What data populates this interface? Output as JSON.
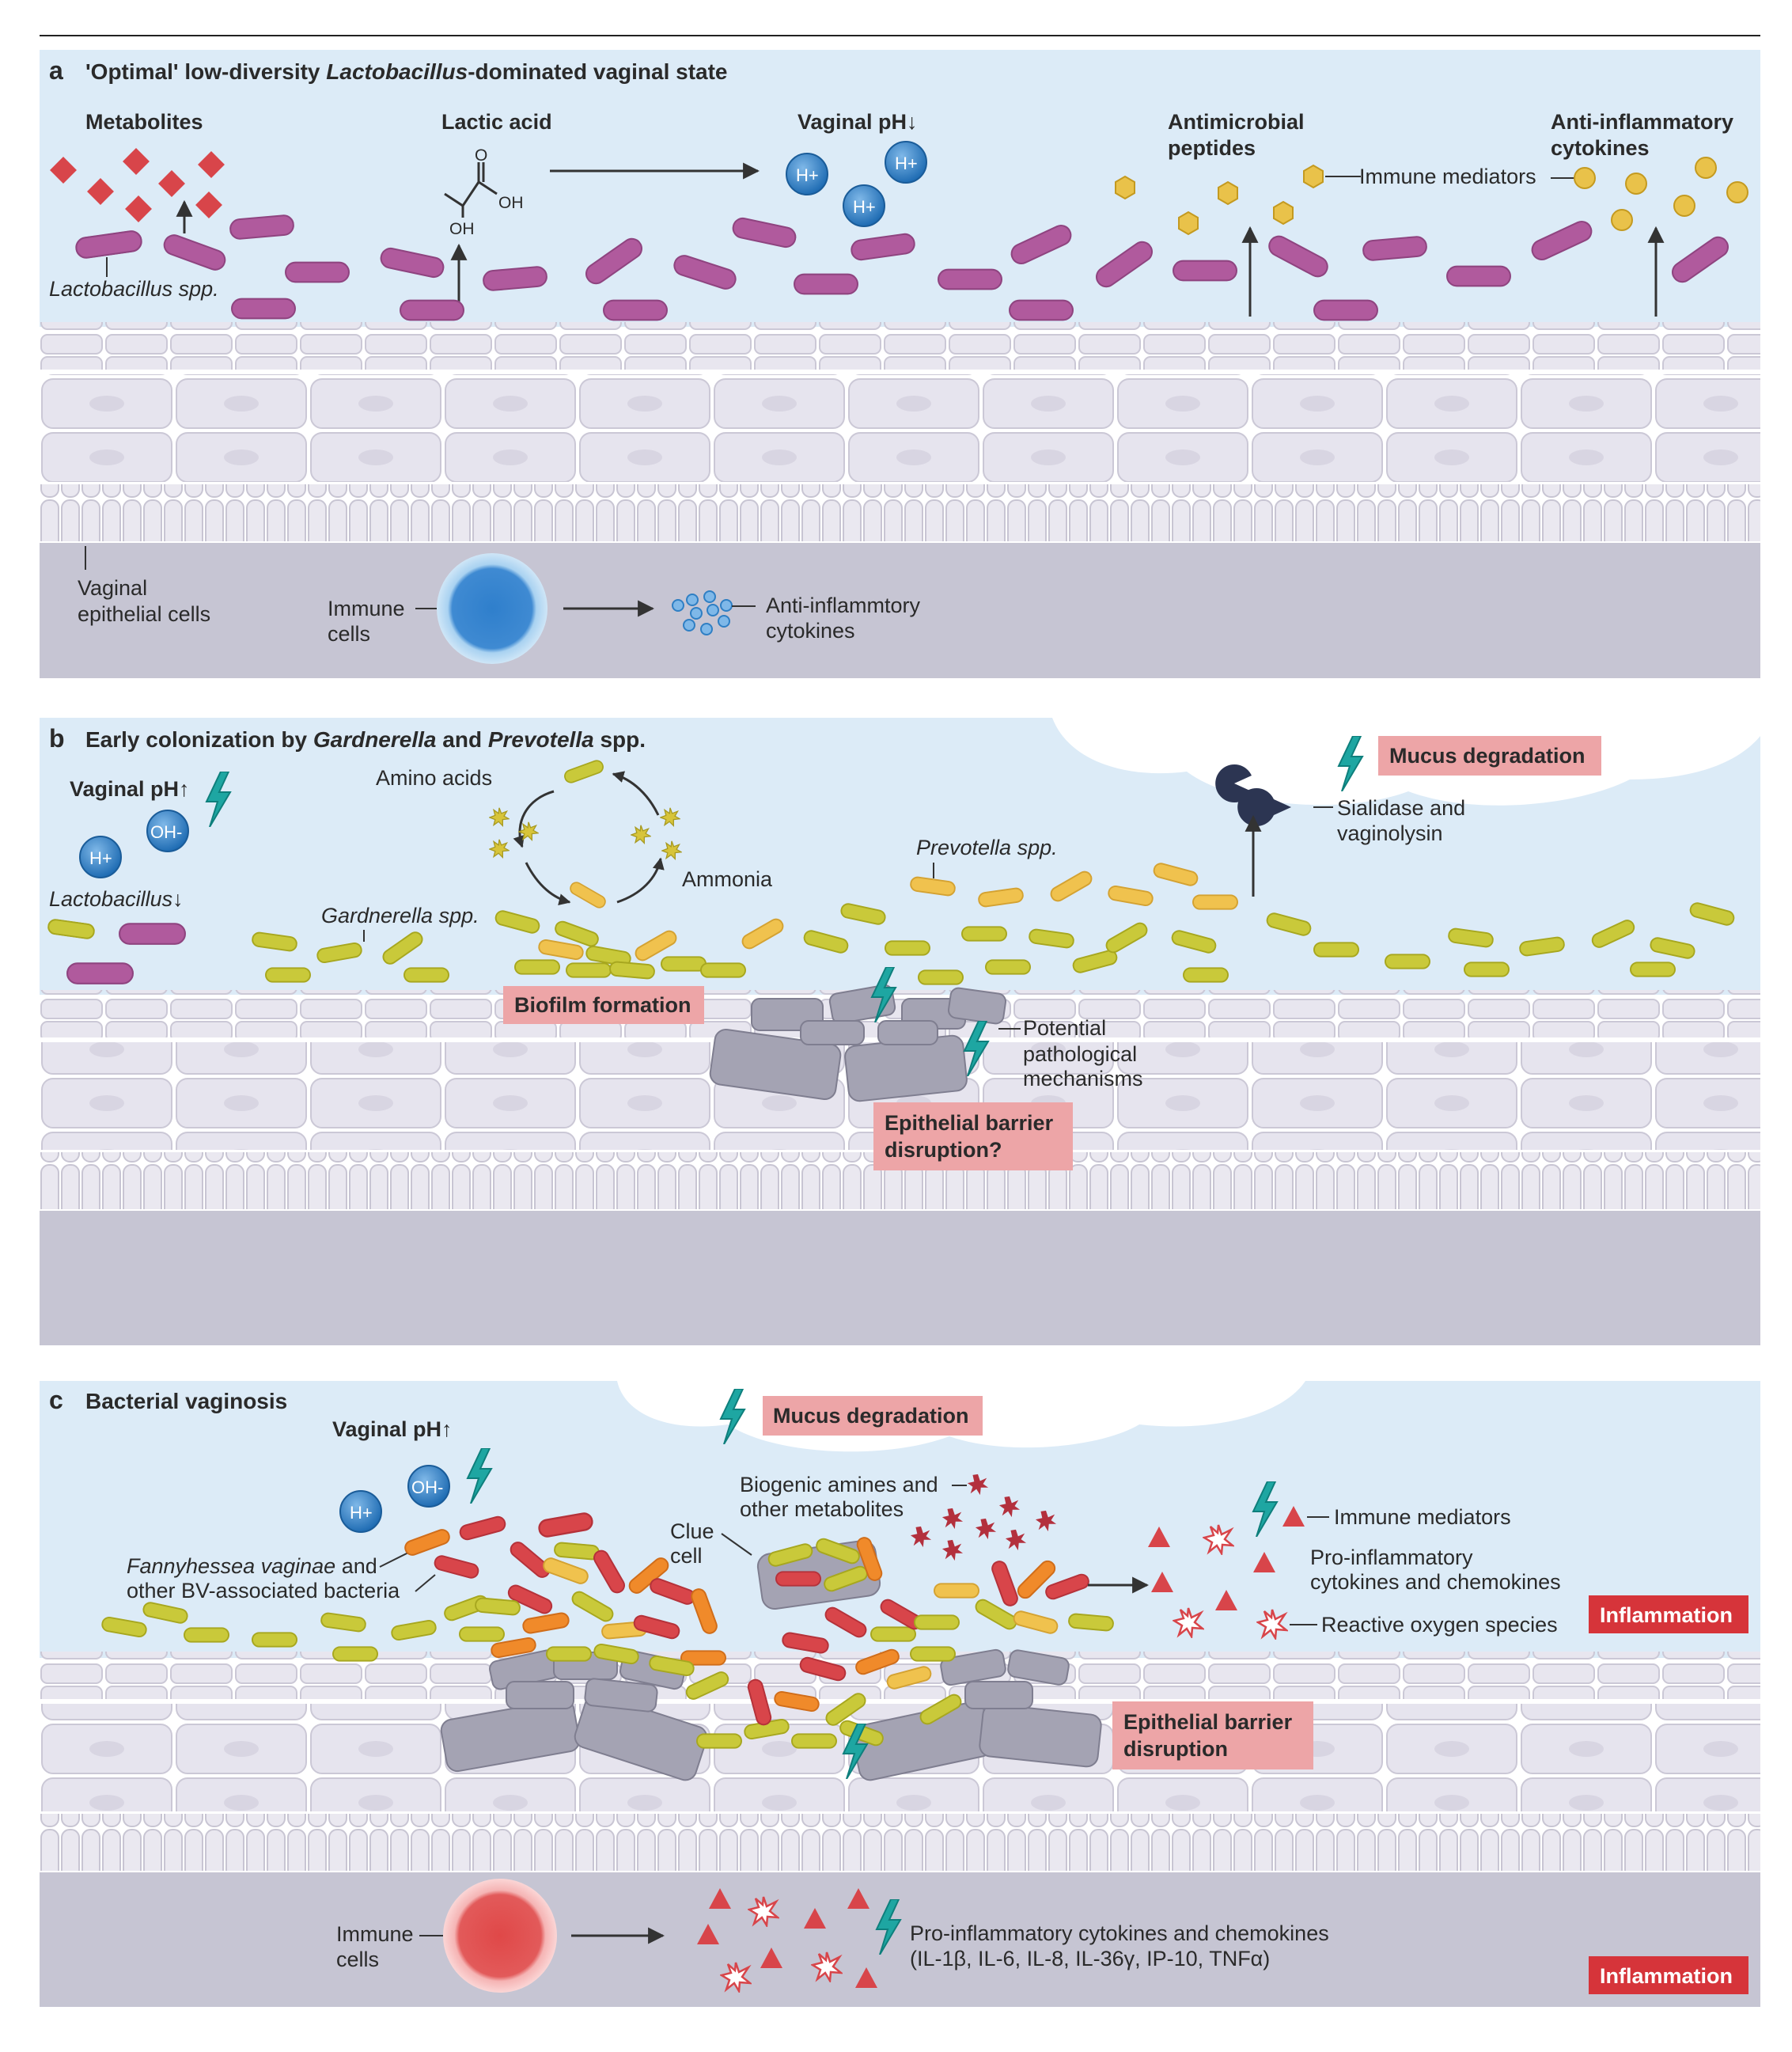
{
  "colors": {
    "lumen": "#dcebf7",
    "epithelium": "#e4e2ec",
    "epithelium_edge": "#c9c6d4",
    "submucosa": "#c6c5d3",
    "lactobacillus": "#b05a9d",
    "gardnerella": "#c9c93a",
    "prevotella": "#f0c24e",
    "bv_red": "#d8454a",
    "bv_orange": "#f08a2a",
    "pathology_box": "#eda5a7",
    "inflammation_box": "#d6343a",
    "proton_blue": "#2f7fc4",
    "lightning": "#1ea6a2",
    "immune_blue": "#3b82c8",
    "immune_red": "#d94b4b",
    "mediator_yellow": "#e9c24a"
  },
  "panel_a": {
    "letter": "a",
    "title_prefix": "'Optimal' low-diversity ",
    "title_italic": "Lactobacillus",
    "title_suffix": "-dominated vaginal state",
    "metabolites": "Metabolites",
    "lactic_acid": "Lactic acid",
    "vaginal_ph": "Vaginal pH↓",
    "antimicrobial_line1": "Antimicrobial",
    "antimicrobial_line2": "peptides",
    "anti_inflam_line1": "Anti-inflammatory",
    "anti_inflam_line2": "cytokines",
    "immune_mediators": "Immune mediators",
    "lactobacillus_spp": "Lactobacillus spp.",
    "epithelial_line1": "Vaginal",
    "epithelial_line2": "epithelial cells",
    "immune_line1": "Immune",
    "immune_line2": "cells",
    "anti_inflam2_line1": "Anti-inflammtory",
    "anti_inflam2_line2": "cytokines",
    "proton": "H+",
    "atom_o": "O",
    "atom_oh1": "OH",
    "atom_oh2": "OH"
  },
  "panel_b": {
    "letter": "b",
    "title_prefix": "Early colonization by ",
    "title_italic1": "Gardnerella",
    "title_mid": " and ",
    "title_italic2": "Prevotella",
    "title_suffix": " spp.",
    "vaginal_ph": "Vaginal pH↑",
    "lactobacillus": "Lactobacillus↓",
    "amino_acids": "Amino acids",
    "ammonia": "Ammonia",
    "gardnerella_spp": "Gardnerella spp.",
    "prevotella_spp": "Prevotella spp.",
    "mucus_degradation": "Mucus degradation",
    "sialidase_line1": "Sialidase and",
    "sialidase_line2": "vaginolysin",
    "biofilm": "Biofilm formation",
    "potential_line1": "Potential",
    "potential_line2": "pathological",
    "potential_line3": "mechanisms",
    "barrier_line1": "Epithelial barrier",
    "barrier_line2": "disruption?",
    "proton": "H+",
    "hydroxide": "OH-"
  },
  "panel_c": {
    "letter": "c",
    "title": "Bacterial vaginosis",
    "vaginal_ph": "Vaginal pH↑",
    "mucus_degradation": "Mucus degradation",
    "biogenic_line1": "Biogenic amines and",
    "biogenic_line2": "other metabolites",
    "clue_line1": "Clue",
    "clue_line2": "cell",
    "fanny_italic": "Fannyhessea vaginae",
    "fanny_rest": " and",
    "fanny_line2": "other BV-associated bacteria",
    "immune_mediators": "Immune mediators",
    "proinflam_line1": "Pro-inflammatory",
    "proinflam_line2": "cytokines and chemokines",
    "ros": "Reactive oxygen species",
    "inflammation": "Inflammation",
    "barrier_line1": "Epithelial barrier",
    "barrier_line2": "disruption",
    "immune_line1": "Immune",
    "immune_line2": "cells",
    "cytokines_line1": "Pro-inflammatory cytokines and chemokines",
    "cytokines_line2": "(IL-1β, IL-6, IL-8, IL-36γ, IP-10, TNFα)",
    "inflammation2": "Inflammation",
    "proton": "H+",
    "hydroxide": "OH-"
  }
}
